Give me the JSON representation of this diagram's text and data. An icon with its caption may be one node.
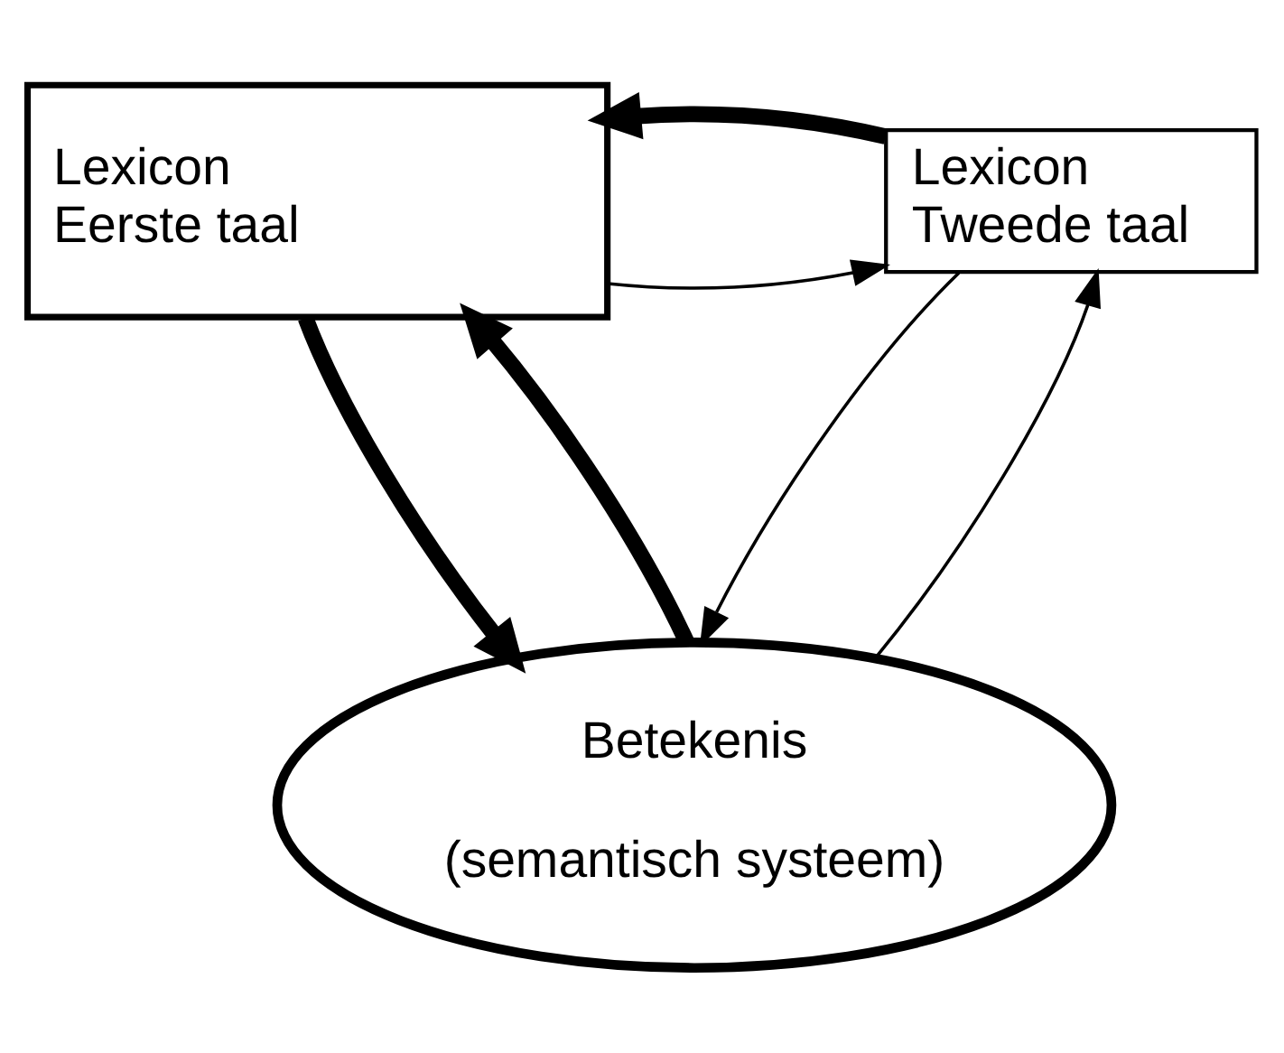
{
  "diagram": {
    "nodes": [
      {
        "text": [
          "Lexicon Eerste taal"
        ]
      },
      {
        "text": [
          "Lexicon Tweede taal"
        ]
      },
      {
        "text": [
          "Betekenis",
          "(semantisch systeem)"
        ]
      }
    ],
    "edges": [
      {
        "from": 0,
        "to": 1,
        "arrow": "to"
      },
      {
        "from": 1,
        "to": 0,
        "arrow": "to",
        "style": "thick"
      },
      {
        "from": 2,
        "to": 0,
        "arrow": "to",
        "style": "thick"
      },
      {
        "from": 0,
        "to": 2,
        "arrow": "to",
        "style": "thick"
      },
      {
        "from": 1,
        "to": 2,
        "arrow": "to"
      },
      {
        "from": 2,
        "to": 1,
        "arrow": "to"
      }
    ]
  }
}
